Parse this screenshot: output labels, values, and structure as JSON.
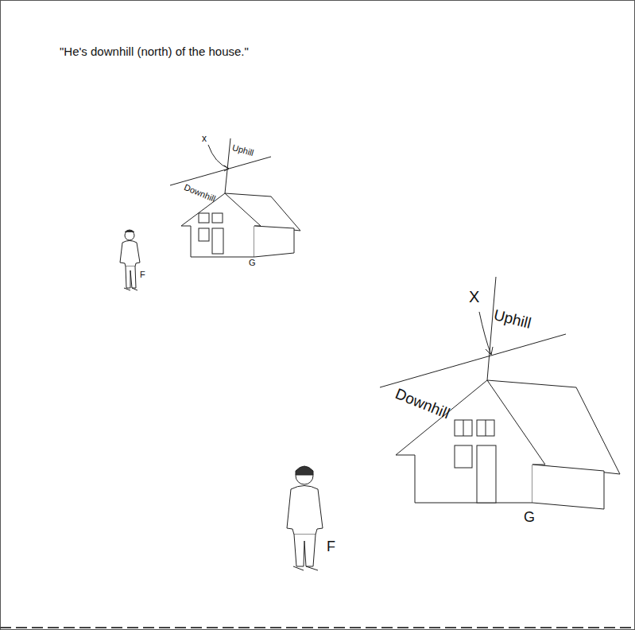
{
  "diagram": {
    "title": "\"He's downhill (north) of the house.\"",
    "labels": [
      "x",
      "Uphill",
      "Downhill",
      "G",
      "F",
      "X",
      "Uphill",
      "Downhill",
      "G",
      "F"
    ]
  }
}
